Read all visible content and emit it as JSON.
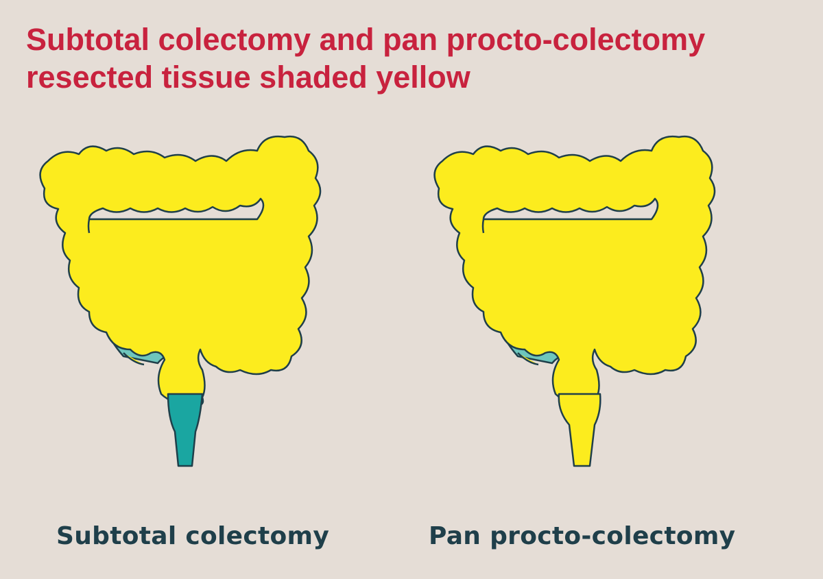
{
  "title": {
    "line1": "Subtotal colectomy and pan procto-colectomy",
    "line2": "resected tissue shaded yellow"
  },
  "colors": {
    "title": "#c8223e",
    "resected": "#fcec1e",
    "intestine": "#6ec6bd",
    "remaining_rectum": "#1aa6a1",
    "outline": "#1f3f4a",
    "background": "#e5ddd6"
  },
  "diagrams": [
    {
      "caption": "Subtotal colectomy",
      "rectum_state": "remaining"
    },
    {
      "caption": "Pan procto-colectomy",
      "rectum_state": "resected"
    }
  ]
}
